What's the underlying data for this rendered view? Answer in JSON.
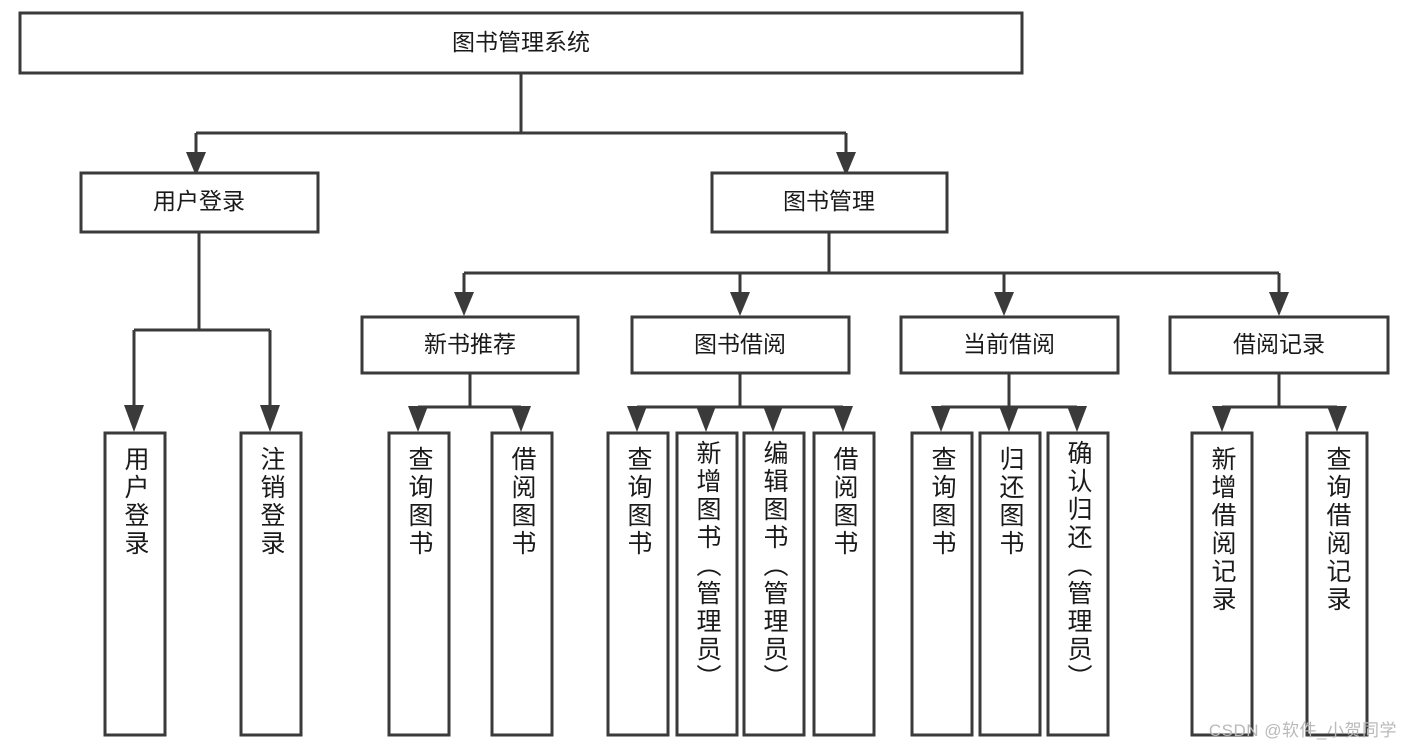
{
  "diagram": {
    "title": "图书管理系统",
    "watermark": "CSDN @软件_小贺同学",
    "root": {
      "id": "root",
      "label": "图书管理系统"
    },
    "level1": [
      {
        "id": "user-login",
        "label": "用户登录"
      },
      {
        "id": "book-management",
        "label": "图书管理"
      }
    ],
    "level2": [
      {
        "id": "new-book-recommend",
        "label": "新书推荐",
        "parent": "book-management"
      },
      {
        "id": "book-borrow",
        "label": "图书借阅",
        "parent": "book-management"
      },
      {
        "id": "current-borrow",
        "label": "当前借阅",
        "parent": "book-management"
      },
      {
        "id": "borrow-record",
        "label": "借阅记录",
        "parent": "book-management"
      }
    ],
    "leaves": [
      {
        "id": "leaf-user-login",
        "label": "用户登录",
        "parent": "user-login"
      },
      {
        "id": "leaf-logout-login",
        "label": "注销登录",
        "parent": "user-login"
      },
      {
        "id": "leaf-query-book-1",
        "label": "查询图书",
        "parent": "new-book-recommend"
      },
      {
        "id": "leaf-borrow-book-1",
        "label": "借阅图书",
        "parent": "new-book-recommend"
      },
      {
        "id": "leaf-query-book-2",
        "label": "查询图书",
        "parent": "book-borrow"
      },
      {
        "id": "leaf-add-book",
        "label": "新增图书（管理员）",
        "parent": "book-borrow"
      },
      {
        "id": "leaf-edit-book",
        "label": "编辑图书（管理员）",
        "parent": "book-borrow"
      },
      {
        "id": "leaf-borrow-book-2",
        "label": "借阅图书",
        "parent": "book-borrow"
      },
      {
        "id": "leaf-query-book-3",
        "label": "查询图书",
        "parent": "current-borrow"
      },
      {
        "id": "leaf-return-book",
        "label": "归还图书",
        "parent": "current-borrow"
      },
      {
        "id": "leaf-confirm-return",
        "label": "确认归还（管理员）",
        "parent": "current-borrow"
      },
      {
        "id": "leaf-add-record",
        "label": "新增借阅记录",
        "parent": "borrow-record"
      },
      {
        "id": "leaf-query-record",
        "label": "查询借阅记录",
        "parent": "borrow-record"
      }
    ],
    "colors": {
      "stroke": "#3a3a3a",
      "fill": "#ffffff",
      "text": "#1a1a1a",
      "watermark": "#b9b9b9"
    }
  }
}
